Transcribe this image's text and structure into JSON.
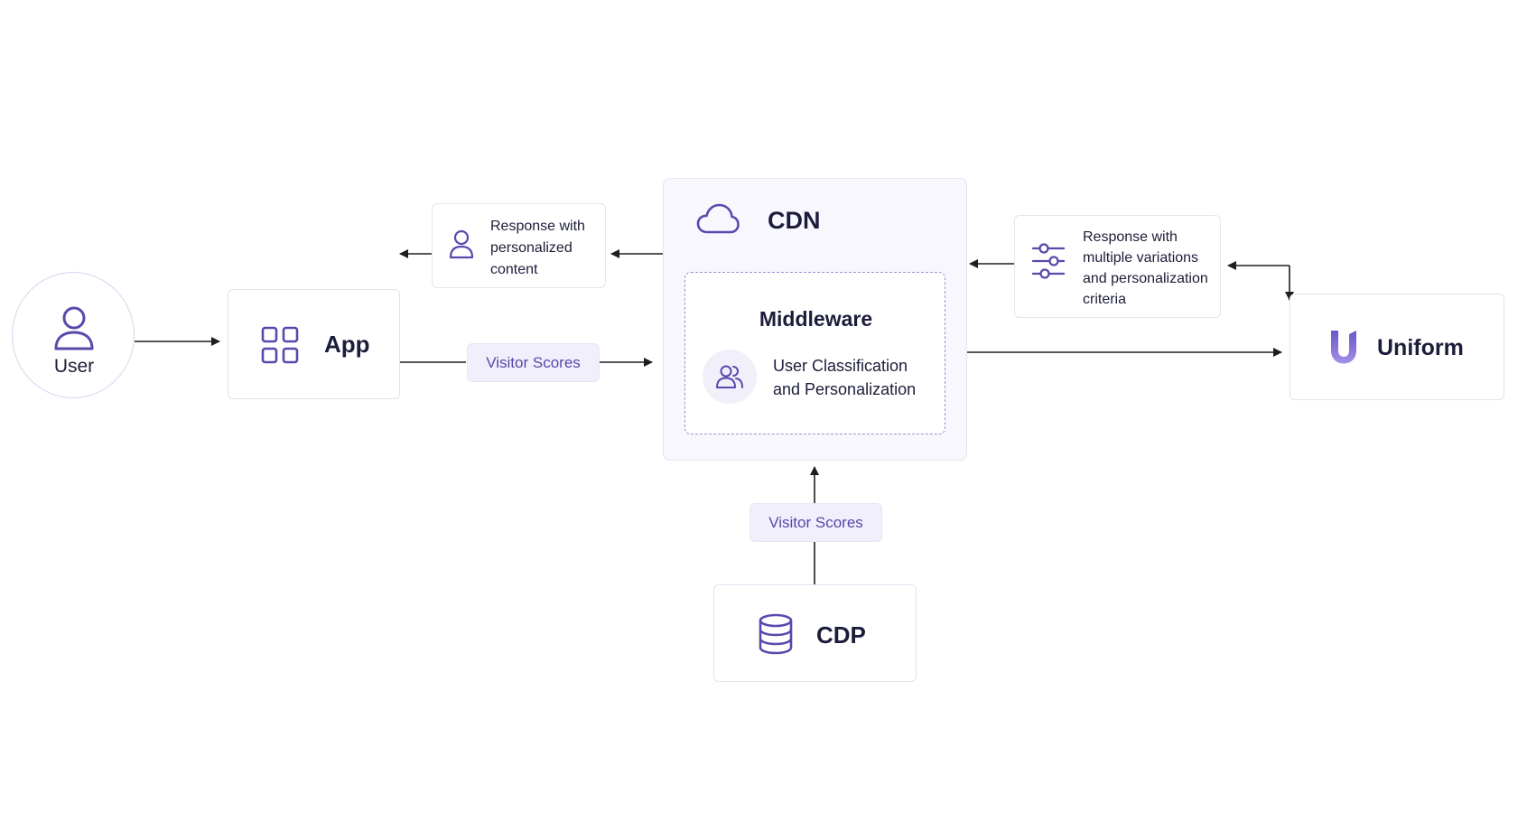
{
  "user": {
    "label": "User",
    "icon": "user-icon"
  },
  "app": {
    "title": "App",
    "icon": "grid-icon"
  },
  "response_personalized": {
    "lines": [
      "Response with",
      "personalized",
      "content"
    ],
    "icon": "user-icon"
  },
  "cdn": {
    "title": "CDN",
    "icon": "cloud-icon",
    "middleware": {
      "title": "Middleware",
      "lines": [
        "User Classification",
        "and Personalization"
      ],
      "icon": "users-icon"
    }
  },
  "response_variations": {
    "lines": [
      "Response with",
      "multiple variations",
      "and personalization",
      "criteria"
    ],
    "icon": "sliders-icon"
  },
  "uniform": {
    "title": "Uniform",
    "icon": "uniform-logo-icon"
  },
  "cdp": {
    "title": "CDP",
    "icon": "database-icon"
  },
  "pills": {
    "app_to_cdn": "Visitor Scores",
    "cdp_to_cdn": "Visitor Scores"
  },
  "colors": {
    "accent": "#5a46a8",
    "icon": "#5b48ad",
    "border": "#e3e1ef",
    "dashed": "#9d8fd4",
    "arrow": "#1e1e1e",
    "pill_bg": "#f1effb"
  }
}
